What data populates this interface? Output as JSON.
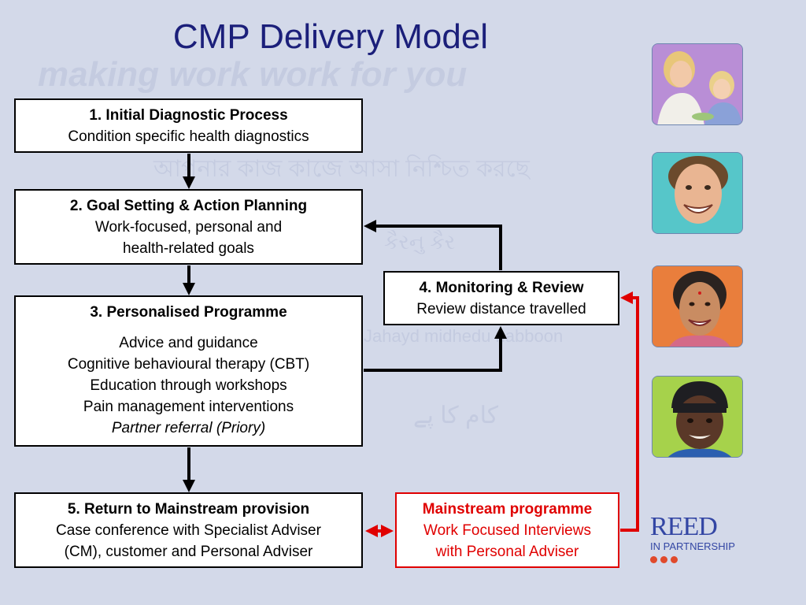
{
  "title": "CMP Delivery Model",
  "watermarks": {
    "english": "making work work for you",
    "bengali": "আপনার কাজ কাজে আসা নিশ্চিত করছে",
    "gujarati": "કૈરનુ કૈર",
    "somali": "Jahayd midhedu nabboon",
    "urdu": "کام کا پے"
  },
  "boxes": {
    "initial": {
      "title": "1. Initial Diagnostic Process",
      "lines": [
        "Condition specific health diagnostics"
      ]
    },
    "goal": {
      "title": "2. Goal Setting & Action Planning",
      "lines": [
        "Work-focused, personal and",
        "health-related goals"
      ]
    },
    "programme": {
      "title": "3. Personalised Programme",
      "lines": [
        "Advice and guidance",
        "Cognitive behavioural therapy (CBT)",
        "Education through workshops",
        "Pain management interventions"
      ],
      "italic_line": "Partner referral (Priory)"
    },
    "monitoring": {
      "title": "4. Monitoring & Review",
      "lines": [
        "Review distance travelled"
      ]
    },
    "return": {
      "title": "5. Return to Mainstream provision",
      "lines": [
        "Case conference with Specialist Adviser",
        "(CM), customer and Personal Adviser"
      ]
    },
    "mainstream": {
      "title": "Mainstream programme",
      "lines": [
        "Work Focused Interviews",
        "with Personal Adviser"
      ]
    }
  },
  "colors": {
    "title": "#1b1f7a",
    "background": "#d3d9e9",
    "highlight": "#e00000",
    "logo": "#3346a4",
    "logo_dots": "#e04a2c"
  },
  "logo": {
    "main": "REED",
    "sub": "IN PARTNERSHIP"
  },
  "photos": [
    {
      "name": "woman-and-child-photo"
    },
    {
      "name": "smiling-man-photo"
    },
    {
      "name": "smiling-woman-photo"
    },
    {
      "name": "man-in-hat-photo"
    }
  ]
}
